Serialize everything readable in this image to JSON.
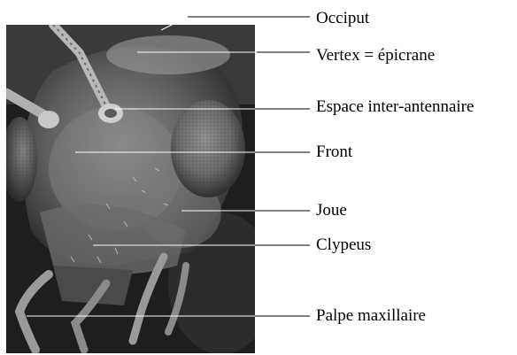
{
  "labels": {
    "occiput": "Occiput",
    "vertex": "Vertex = épicrane",
    "espace_inter_antennaire": "Espace inter-antennaire",
    "front": "Front",
    "joue": "Joue",
    "clypeus": "Clypeus",
    "palpe_maxillaire": "Palpe maxillaire"
  },
  "colors": {
    "leader_line": "#000000",
    "pointer_on_photo": "#ffffff",
    "background": "#ffffff"
  }
}
